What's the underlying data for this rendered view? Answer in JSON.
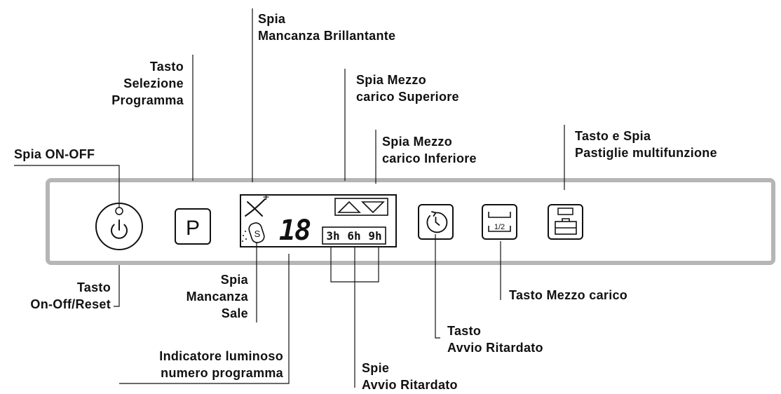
{
  "panel": {
    "program_key": "P",
    "digits": "18",
    "salt_symbol": "S",
    "delay_options": [
      "3h",
      "6h",
      "9h"
    ],
    "half_load_fraction": "1/2"
  },
  "labels": {
    "rinse_aid": [
      "Spia",
      "Mancanza Brillantante"
    ],
    "program_select": [
      "Tasto",
      "Selezione",
      "Programma"
    ],
    "upper_half": [
      "Spia Mezzo",
      "carico Superiore"
    ],
    "lower_half": [
      "Spia Mezzo",
      "carico Inferiore"
    ],
    "tablets": [
      "Tasto e Spia",
      "Pastiglie multifunzione"
    ],
    "on_off_light": [
      "Spia ON-OFF"
    ],
    "on_off_key": [
      "Tasto",
      "On-Off/Reset"
    ],
    "salt": [
      "Spia",
      "Mancanza",
      "Sale"
    ],
    "program_number": [
      "Indicatore luminoso",
      "numero programma"
    ],
    "delay_lights": [
      "Spie",
      "Avvio Ritardato"
    ],
    "delay_key": [
      "Tasto",
      "Avvio Ritardato"
    ],
    "half_load_key": [
      "Tasto Mezzo carico"
    ]
  }
}
